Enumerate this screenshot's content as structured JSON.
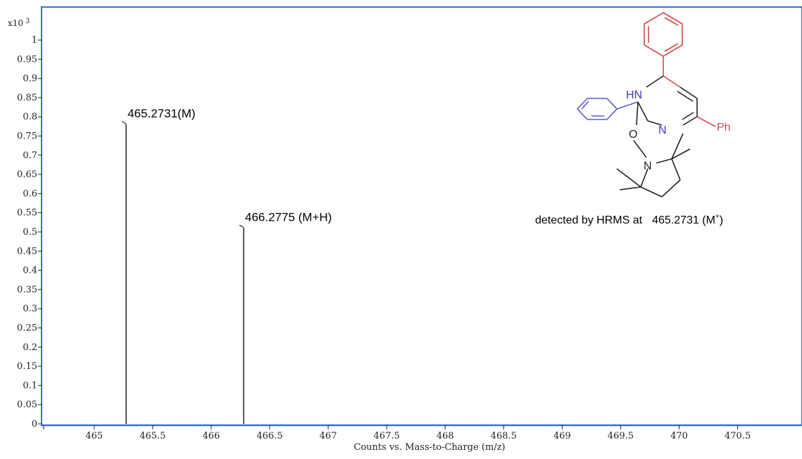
{
  "chart_data": {
    "type": "bar",
    "xlabel": "Counts vs. Mass-to-Charge (m/z)",
    "ylabel": "",
    "y_multiplier_label": "x10",
    "y_multiplier_exponent": "3",
    "xlim": [
      464.55,
      471.05
    ],
    "ylim": [
      0,
      1.08
    ],
    "x_ticks": [
      465,
      465.5,
      466,
      466.5,
      467,
      467.5,
      468,
      468.5,
      469,
      469.5,
      470,
      470.5
    ],
    "x_tick_labels": [
      "465",
      "465.5",
      "466",
      "466.5",
      "467",
      "467.5",
      "468",
      "468.5",
      "469",
      "469.5",
      "470",
      "470.5"
    ],
    "y_ticks": [
      0,
      0.05,
      0.1,
      0.15,
      0.2,
      0.25,
      0.3,
      0.35,
      0.4,
      0.45,
      0.5,
      0.55,
      0.6,
      0.65,
      0.7,
      0.75,
      0.8,
      0.85,
      0.9,
      0.95,
      1
    ],
    "y_tick_labels": [
      "0",
      "0.05",
      "0.1",
      "0.15",
      "0.2",
      "0.25",
      "0.3",
      "0.35",
      "0.4",
      "0.45",
      "0.5",
      "0.55",
      "0.6",
      "0.65",
      "0.7",
      "0.75",
      "0.8",
      "0.85",
      "0.9",
      "0.95",
      "1"
    ],
    "peaks": [
      {
        "x": 465.2731,
        "y": 0.78,
        "label": "465.2731(M)"
      },
      {
        "x": 466.2775,
        "y": 0.51,
        "label": "466.2775 (M+H)"
      }
    ],
    "grid": false,
    "annotation": {
      "caption_prefix": "detected by HRMS at",
      "caption_value": "465.2731 (M",
      "caption_sup": "+",
      "caption_suffix": ")"
    },
    "structure_labels": {
      "nh": "HN",
      "n_ring": "N",
      "n_pip": "N",
      "o": "O",
      "ph": "Ph"
    },
    "colors": {
      "frame": "#3A6FD0",
      "peaks": "#000000",
      "red_fragment": "#D24B4B",
      "blue_fragment": "#5A5ACF",
      "black_fragment": "#222222"
    }
  }
}
